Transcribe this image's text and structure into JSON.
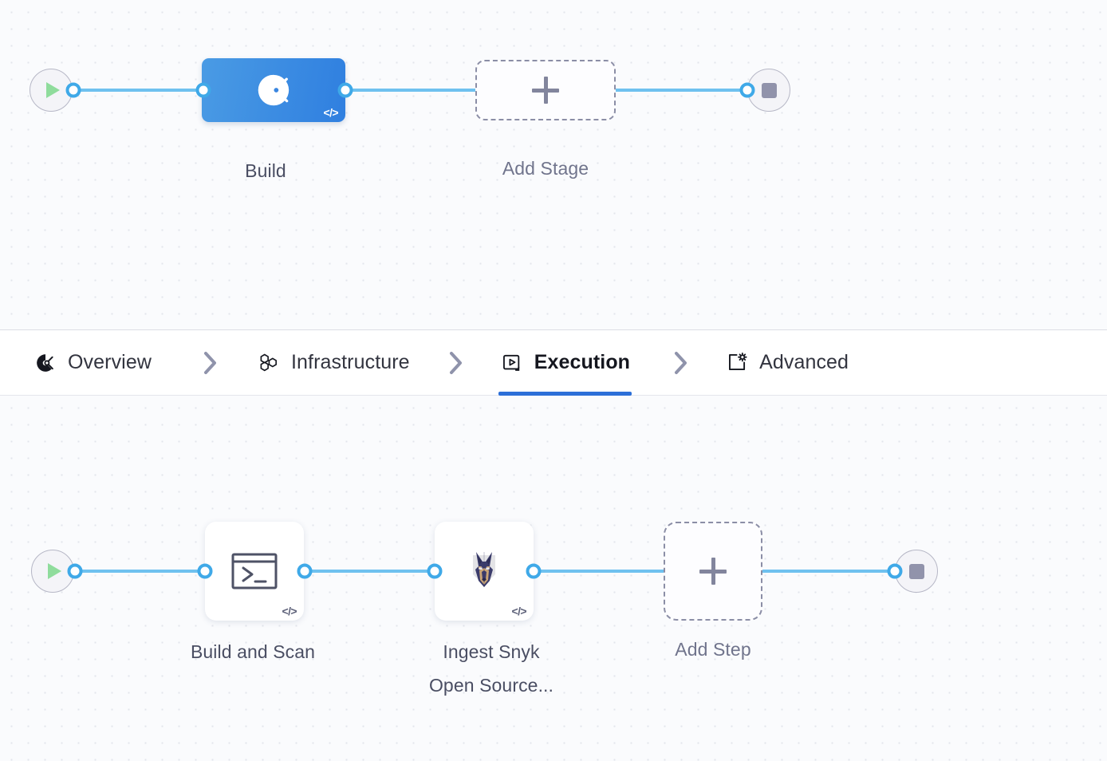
{
  "theme": {
    "canvas_bg": "#fafbfd",
    "grid_dot": "#e3e5ec",
    "edge_blue": "#6fc1ef",
    "port_blue": "#3fa9e8",
    "stage_blue_from": "#4a9be4",
    "stage_blue_to": "#2f7fe0",
    "active_tab_underline": "#2c6fd8",
    "play_green": "#8fdc9c",
    "stop_gray": "#9193ab",
    "dashed_border": "#8b8ea6",
    "label_text": "#4a4e63"
  },
  "stage_pipeline": {
    "name": "stage-pipeline",
    "start_node": {
      "icon": "play-icon",
      "label": ""
    },
    "end_node": {
      "icon": "stop-icon",
      "label": ""
    },
    "nodes": [
      {
        "id": "build-stage",
        "label": "Build",
        "icon": "build-circle-icon",
        "badge": "</>",
        "selected": true,
        "type": "stage"
      },
      {
        "id": "add-stage",
        "label": "Add Stage",
        "icon": "plus-icon",
        "type": "add"
      }
    ]
  },
  "tabs": {
    "items": [
      {
        "id": "overview",
        "label": "Overview",
        "icon": "build-circle-icon",
        "active": false
      },
      {
        "id": "infrastructure",
        "label": "Infrastructure",
        "icon": "hexagons-icon",
        "active": false
      },
      {
        "id": "execution",
        "label": "Execution",
        "icon": "play-box-icon",
        "active": true
      },
      {
        "id": "advanced",
        "label": "Advanced",
        "icon": "gear-frame-icon",
        "active": false
      }
    ],
    "separator_icon": "chevron-right-icon"
  },
  "step_pipeline": {
    "name": "execution-step-pipeline",
    "start_node": {
      "icon": "play-icon",
      "label": ""
    },
    "end_node": {
      "icon": "stop-icon",
      "label": ""
    },
    "nodes": [
      {
        "id": "build-and-scan",
        "label": "Build and Scan",
        "icon": "terminal-icon",
        "badge": "</>",
        "type": "step"
      },
      {
        "id": "ingest-snyk-open-source",
        "label": "Ingest Snyk\nOpen Source...",
        "icon": "snyk-doberman-icon",
        "badge": "</>",
        "type": "step"
      },
      {
        "id": "add-step",
        "label": "Add Step",
        "icon": "plus-icon",
        "type": "add"
      }
    ]
  }
}
